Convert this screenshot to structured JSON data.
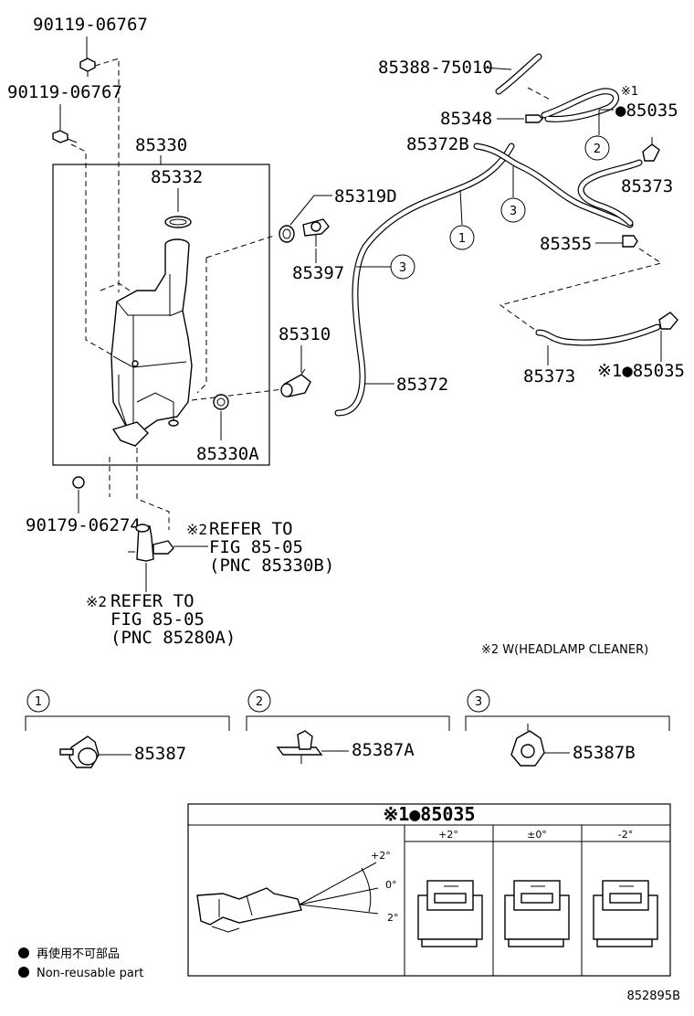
{
  "labels": {
    "p90119a": "90119-06767",
    "p90119b": "90119-06767",
    "p85330": "85330",
    "p85332": "85332",
    "p85388": "85388-75010",
    "p85348": "85348",
    "p85372b": "85372B",
    "p85035a": "●85035",
    "p85035a_mark": "※1",
    "p85373a": "85373",
    "p85355": "85355",
    "p85319d": "85319D",
    "p85397": "85397",
    "p85310": "85310",
    "p85372": "85372",
    "p85330a": "85330A",
    "p85373b": "85373",
    "p85035b": "※1●85035",
    "p90179": "90179-06274",
    "ref1_mark": "※2",
    "ref1_line1": "REFER TO",
    "ref1_line2": "FIG 85-05",
    "ref1_line3": "(PNC 85330B)",
    "ref2_mark": "※2",
    "ref2_line1": "REFER TO",
    "ref2_line2": "FIG 85-05",
    "ref2_line3": "(PNC 85280A)",
    "footnote2": "※2 W(HEADLAMP CLEANER)"
  },
  "callouts": [
    "1",
    "2",
    "3"
  ],
  "legend": {
    "sections": [
      {
        "num": "1",
        "part": "85387"
      },
      {
        "num": "2",
        "part": "85387A"
      },
      {
        "num": "3",
        "part": "85387B"
      }
    ]
  },
  "detail_box": {
    "title": "※1●85035",
    "columns": [
      "+2°",
      "±0°",
      "-2°"
    ],
    "angle_labels": [
      "+2°",
      "0°",
      "2°"
    ]
  },
  "non_reusable": {
    "jp": "再使用不可部品",
    "en": "Non-reusable part"
  },
  "figure_id": "852895B"
}
